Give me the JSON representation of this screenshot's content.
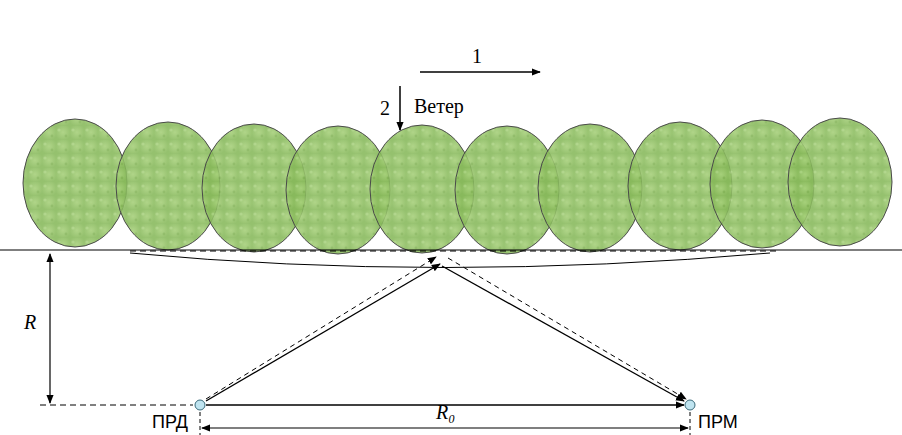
{
  "diagram": {
    "nodes": [
      {
        "text": [
          "ПРД"
        ]
      },
      {
        "text": [
          "ПРМ"
        ]
      }
    ],
    "edges": [
      {
        "from": 0,
        "to": 1,
        "arrow": "to"
      }
    ],
    "labels": [
      "1",
      "2",
      "Ветер",
      "R",
      "R₀"
    ]
  }
}
